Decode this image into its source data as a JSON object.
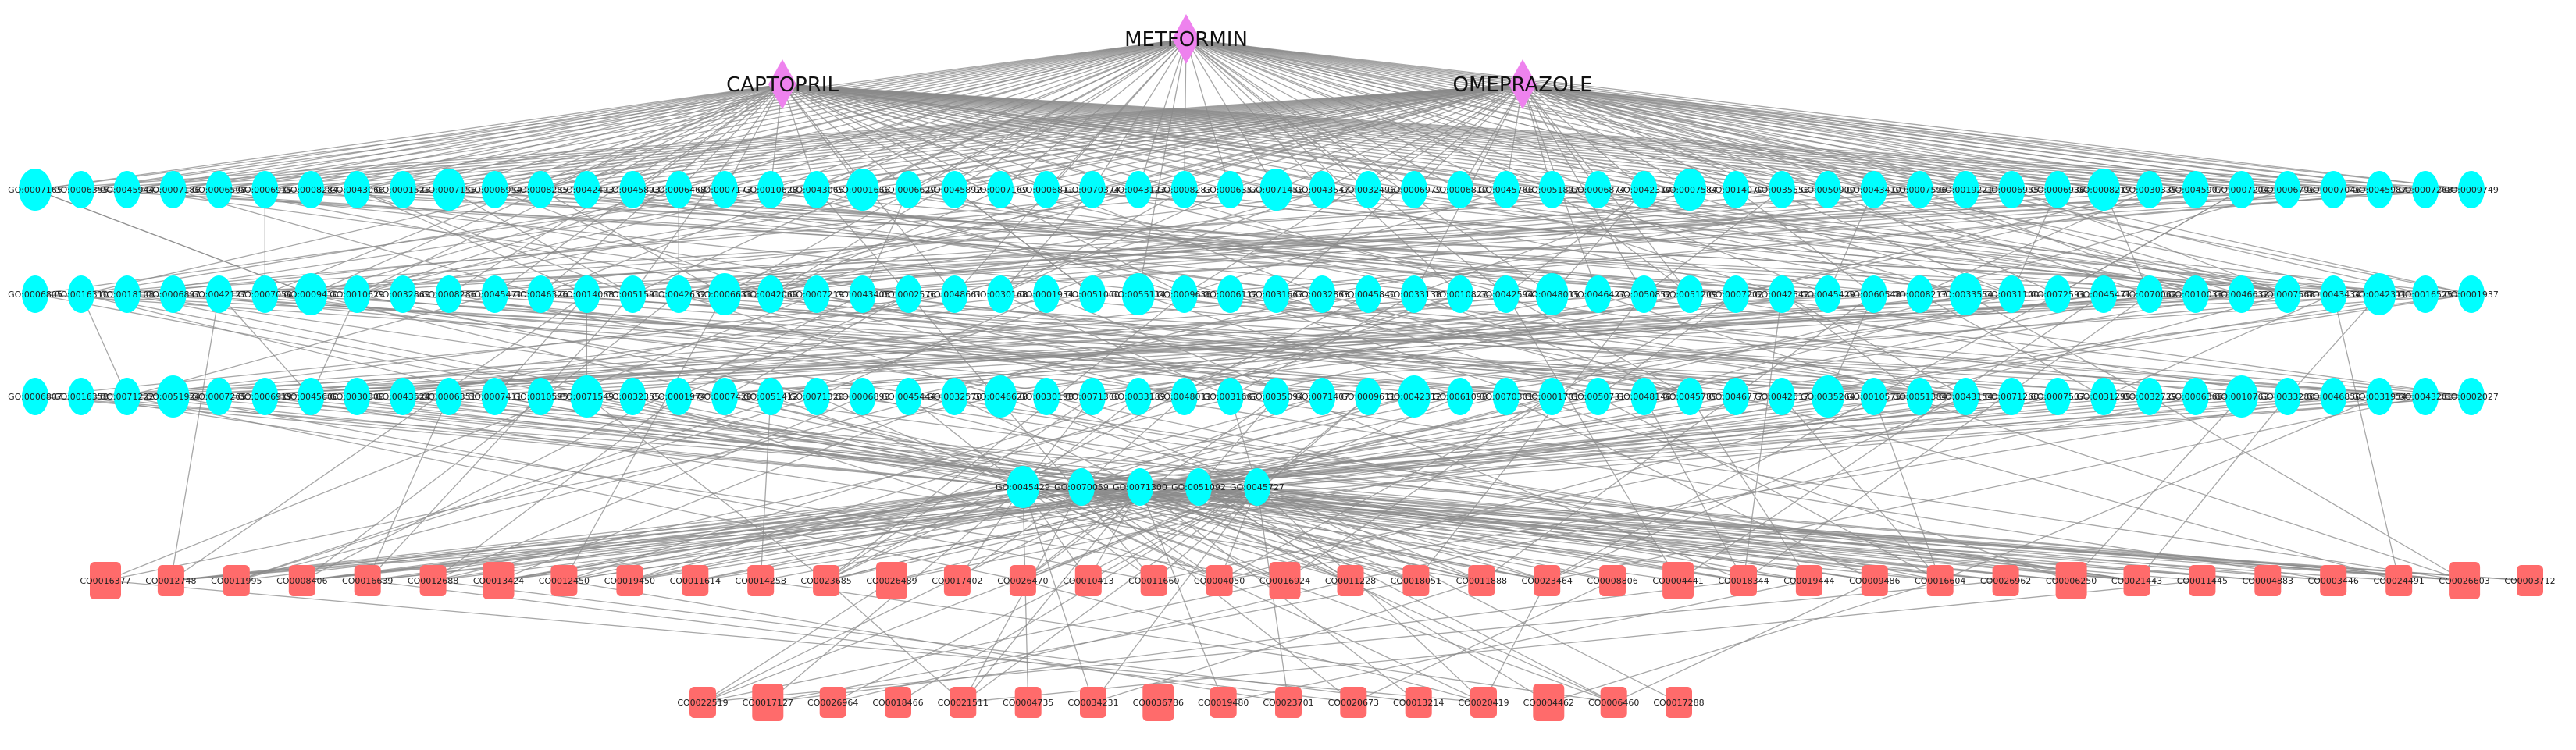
{
  "drugs": [
    {
      "id": "metformin",
      "label": "METFORMIN"
    },
    {
      "id": "captopril",
      "label": "CAPTOPRIL"
    },
    {
      "id": "omeprazole",
      "label": "OMEPRAZOLE"
    }
  ],
  "colors": {
    "drug": "#ee82ee",
    "process": "#00ffff",
    "target": "#ff6b6b",
    "edge": "#8a8a8a",
    "background": "#ffffff"
  },
  "process_rows": [
    [
      "GO:0007165",
      "GO:0006355",
      "GO:0045944",
      "GO:0007186",
      "GO:0006508",
      "GO:0006915",
      "GO:0008284",
      "GO:0043066",
      "GO:0001525",
      "GO:0007155",
      "GO:0006954",
      "GO:0008285",
      "GO:0042493",
      "GO:0045893",
      "GO:0006468",
      "GO:0007173",
      "GO:0010628",
      "GO:0043065",
      "GO:0001666",
      "GO:0006629",
      "GO:0045892",
      "GO:0007169",
      "GO:0006811",
      "GO:0070374",
      "GO:0043123",
      "GO:0008283",
      "GO:0006357",
      "GO:0071456",
      "GO:0043547",
      "GO:0032496",
      "GO:0006979",
      "GO:0006810",
      "GO:0045766",
      "GO:0051897",
      "GO:0006874",
      "GO:0042310",
      "GO:0007584",
      "GO:0014070",
      "GO:0035556",
      "GO:0050900",
      "GO:0043410",
      "GO:0007596",
      "GO:0019221",
      "GO:0006955",
      "GO:0006936",
      "GO:0008219",
      "GO:0030335",
      "GO:0045907",
      "GO:0007204",
      "GO:0006796",
      "GO:0007046",
      "GO:0045987",
      "GO:0007268",
      "GO:0009749"
    ],
    [
      "GO:0006805",
      "GO:0016310",
      "GO:0018108",
      "GO:0006897",
      "GO:0042127",
      "GO:0007050",
      "GO:0009410",
      "GO:0010629",
      "GO:0032869",
      "GO:0008286",
      "GO:0045471",
      "GO:0046326",
      "GO:0014068",
      "GO:0051591",
      "GO:0042632",
      "GO:0006633",
      "GO:0042060",
      "GO:0007219",
      "GO:0043406",
      "GO:0002576",
      "GO:0048661",
      "GO:0030168",
      "GO:0001934",
      "GO:0051000",
      "GO:0055114",
      "GO:0009636",
      "GO:0006112",
      "GO:0031667",
      "GO:0032868",
      "GO:0045840",
      "GO:0033138",
      "GO:0010827",
      "GO:0042594",
      "GO:0048015",
      "GO:0046427",
      "GO:0050852",
      "GO:0051209",
      "GO:0007202",
      "GO:0042542",
      "GO:0045429",
      "GO:0060548",
      "GO:0008217",
      "GO:0033554",
      "GO:0031100",
      "GO:0072593",
      "GO:0045471",
      "GO:0070062",
      "GO:0010033",
      "GO:0046632",
      "GO:0007568",
      "GO:0043434",
      "GO:0042311",
      "GO:0016525",
      "GO:0001937"
    ],
    [
      "GO:0006807",
      "GO:0016358",
      "GO:0071222",
      "GO:0051924",
      "GO:0007265",
      "GO:0006919",
      "GO:0045600",
      "GO:0030308",
      "GO:0043524",
      "GO:0006351",
      "GO:0007411",
      "GO:0010595",
      "GO:0071549",
      "GO:0032355",
      "GO:0001974",
      "GO:0007420",
      "GO:0051412",
      "GO:0071320",
      "GO:0006898",
      "GO:0045444",
      "GO:0032570",
      "GO:0046628",
      "GO:0030198",
      "GO:0071300",
      "GO:0033189",
      "GO:0048011",
      "GO:0031663",
      "GO:0035094",
      "GO:0071407",
      "GO:0009611",
      "GO:0042312",
      "GO:0061098",
      "GO:0070301",
      "GO:0001701",
      "GO:0050731",
      "GO:0048146",
      "GO:0045785",
      "GO:0046777",
      "GO:0042517",
      "GO:0035264",
      "GO:0010575",
      "GO:0051384",
      "GO:0043154",
      "GO:0071260",
      "GO:0007507",
      "GO:0031295",
      "GO:0032729",
      "GO:0006366",
      "GO:0010763",
      "GO:0033280",
      "GO:0046850",
      "GO:0031954",
      "GO:0043281",
      "GO:0002027"
    ],
    [
      "GO:0045429",
      "GO:0070059",
      "GO:0071300",
      "GO:0051092",
      "GO:0045727"
    ]
  ],
  "target_rows": [
    [
      "CO0016377",
      "CO0012748",
      "CO0011995",
      "CO0008406",
      "CO0016639",
      "CO0012688",
      "CO0013424",
      "CO0012450",
      "CO0019450",
      "CO0011614",
      "CO0014258",
      "CO0023685",
      "CO0026489",
      "CO0017402",
      "CO0026470",
      "CO0010413",
      "CO0011660",
      "CO0004050",
      "CO0016924",
      "CO0011228",
      "CO0018051",
      "CO0011888",
      "CO0023464",
      "CO0008806",
      "CO0004441",
      "CO0018344",
      "CO0019444",
      "CO0009486",
      "CO0016604",
      "CO0026962",
      "CO0006250",
      "CO0021443",
      "CO0011445",
      "CO0004883",
      "CO0003446",
      "CO0024491",
      "CO0026603",
      "CO0003712"
    ],
    [
      "CO0022519",
      "CO0017127",
      "CO0026964",
      "CO0018466",
      "CO0021511",
      "CO0004735",
      "CO0034231",
      "CO0036786",
      "CO0019480",
      "CO0023701",
      "CO0020673",
      "CO0013214",
      "CO0020419",
      "CO0004462",
      "CO0006460",
      "CO0017288"
    ]
  ]
}
